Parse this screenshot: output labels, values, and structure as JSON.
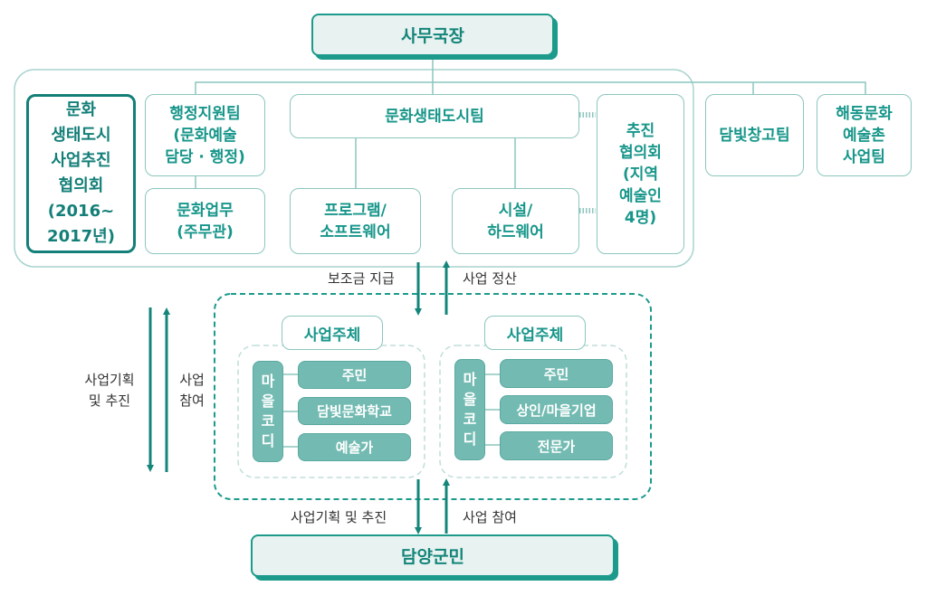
{
  "title_box": "사무국장",
  "left_council": "문화\n생태도시\n사업추진\n협의회\n(2016~\n2017년)",
  "teams": {
    "admin_support": "행정지원팀\n(문화예술\n담당 · 행정)",
    "culture_affairs": "문화업무\n(주무관)",
    "eco_city_team": "문화생태도시팀",
    "program_software": "프로그램/\n소프트웨어",
    "facility_hardware": "시설/\n하드웨어",
    "promotion_council": "추진\n협의회\n(지역\n예술인\n4명)",
    "damvit_team": "담빛창고팀",
    "haedong_team": "해동문화\n예술촌\n사업팀"
  },
  "flows": {
    "subsidy": "보조금 지급",
    "settlement": "사업 정산",
    "planning_left": "사업기획\n및 추진",
    "participation_left": "사업\n참여",
    "planning_bottom": "사업기획 및 추진",
    "participation_bottom": "사업 참여"
  },
  "entities": [
    {
      "label": "사업주체",
      "coordinator": [
        "마",
        "을",
        "코",
        "디"
      ],
      "members": [
        "주민",
        "담빛문화학교",
        "예술가"
      ]
    },
    {
      "label": "사업주체",
      "coordinator": [
        "마",
        "을",
        "코",
        "디"
      ],
      "members": [
        "주민",
        "상인/마을기업",
        "전문가"
      ]
    }
  ],
  "bottom_box": "담양군민",
  "colors": {
    "primary": "#1c9a8c",
    "dark": "#137f78",
    "line": "#8cc6be",
    "pill": "#73bbb2",
    "light_bg": "#e8f2f0"
  }
}
